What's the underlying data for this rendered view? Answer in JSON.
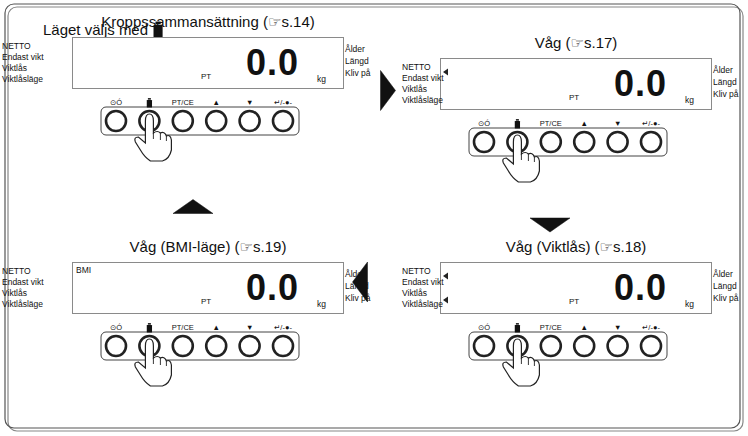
{
  "diagram": {
    "title": "Läget väljs med",
    "nodes": [
      {
        "text": [
          "Kroppssammansättning  (☞s.14)"
        ]
      },
      {
        "text": [
          "PT",
          "0.0",
          "kg"
        ],
        "in": 0
      },
      {
        "text": [
          "Våg  (☞s.17)"
        ]
      },
      {
        "text": [
          "PT",
          "0.0",
          "kg"
        ],
        "in": 2
      },
      {
        "text": [
          "Våg (BMI-läge)  (☞s.19)"
        ]
      },
      {
        "text": [
          "PT",
          "0.0",
          "kg"
        ],
        "in": 4
      },
      {
        "text": [
          "Våg (Viktlås)  (☞s.18)"
        ]
      },
      {
        "text": [
          "PT",
          "0.0",
          "kg"
        ],
        "in": 6
      }
    ],
    "edges": [
      {
        "from": 0,
        "to": 2,
        "arrow": "to"
      },
      {
        "from": 2,
        "to": 6,
        "arrow": "to"
      },
      {
        "from": 6,
        "to": 4,
        "arrow": "to"
      },
      {
        "from": 4,
        "to": 0,
        "arrow": "to"
      }
    ],
    "labels": [
      "NETTO",
      "Endast vikt",
      "Viktlås",
      "Viktlåsläge",
      "Ålder",
      "Längd",
      "Kliv på",
      "⊙Ó",
      "PT/CE",
      "▲",
      "▼",
      "↵/-●-",
      "NETTO",
      "Endast vikt",
      "Viktlås",
      "Viktlåsläge",
      "Ålder",
      "Längd",
      "Kliv på",
      "⊙Ó",
      "PT/CE",
      "▲",
      "▼",
      "↵/-●-",
      "NETTO",
      "Endast vikt",
      "Viktlås",
      "Viktlåsläge",
      "Ålder",
      "Längd",
      "Kliv på",
      "⊙Ó",
      "PT/CE",
      "▲",
      "▼",
      "↵/-●-",
      "NETTO",
      "Endast vikt",
      "Viktlås",
      "Viktlåsläge",
      "Ålder",
      "Längd",
      "Kliv på",
      "⊙Ó",
      "PT/CE",
      "▲",
      "▼",
      "↵/-●-",
      "BMI"
    ]
  }
}
